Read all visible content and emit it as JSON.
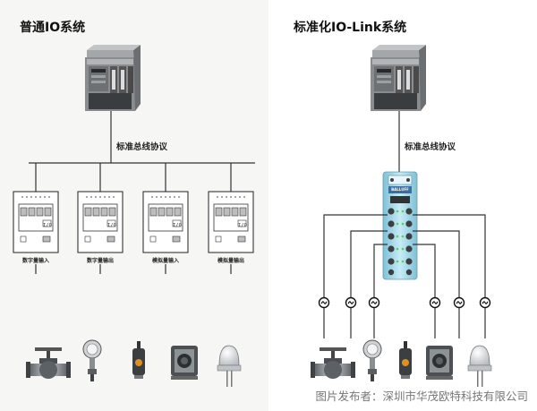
{
  "left": {
    "title": "普通IO系统",
    "protocol_label": "标准总线协议",
    "modules": [
      {
        "label": "数字量输入",
        "badge": "I/O"
      },
      {
        "label": "数字量输出",
        "badge": "I/O"
      },
      {
        "label": "模拟量输入",
        "badge": "I/O"
      },
      {
        "label": "模拟量输出",
        "badge": "I/O"
      }
    ]
  },
  "right": {
    "title": "标准化IO-Link系统",
    "protocol_label": "标准总线协议",
    "hub_brand": "BALLUFF"
  },
  "devices": [
    "valve-icon",
    "pressure-transmitter-icon",
    "proximity-sensor-icon",
    "photoelectric-sensor-icon",
    "lamp-icon"
  ],
  "watermark": "图片发布者：深圳市华茂欧特科技有限公司",
  "colors": {
    "line": "#333333",
    "plc_body": "#8e8e8e",
    "hub": "#a9d8e8",
    "hub_led": "#5bd24a"
  }
}
